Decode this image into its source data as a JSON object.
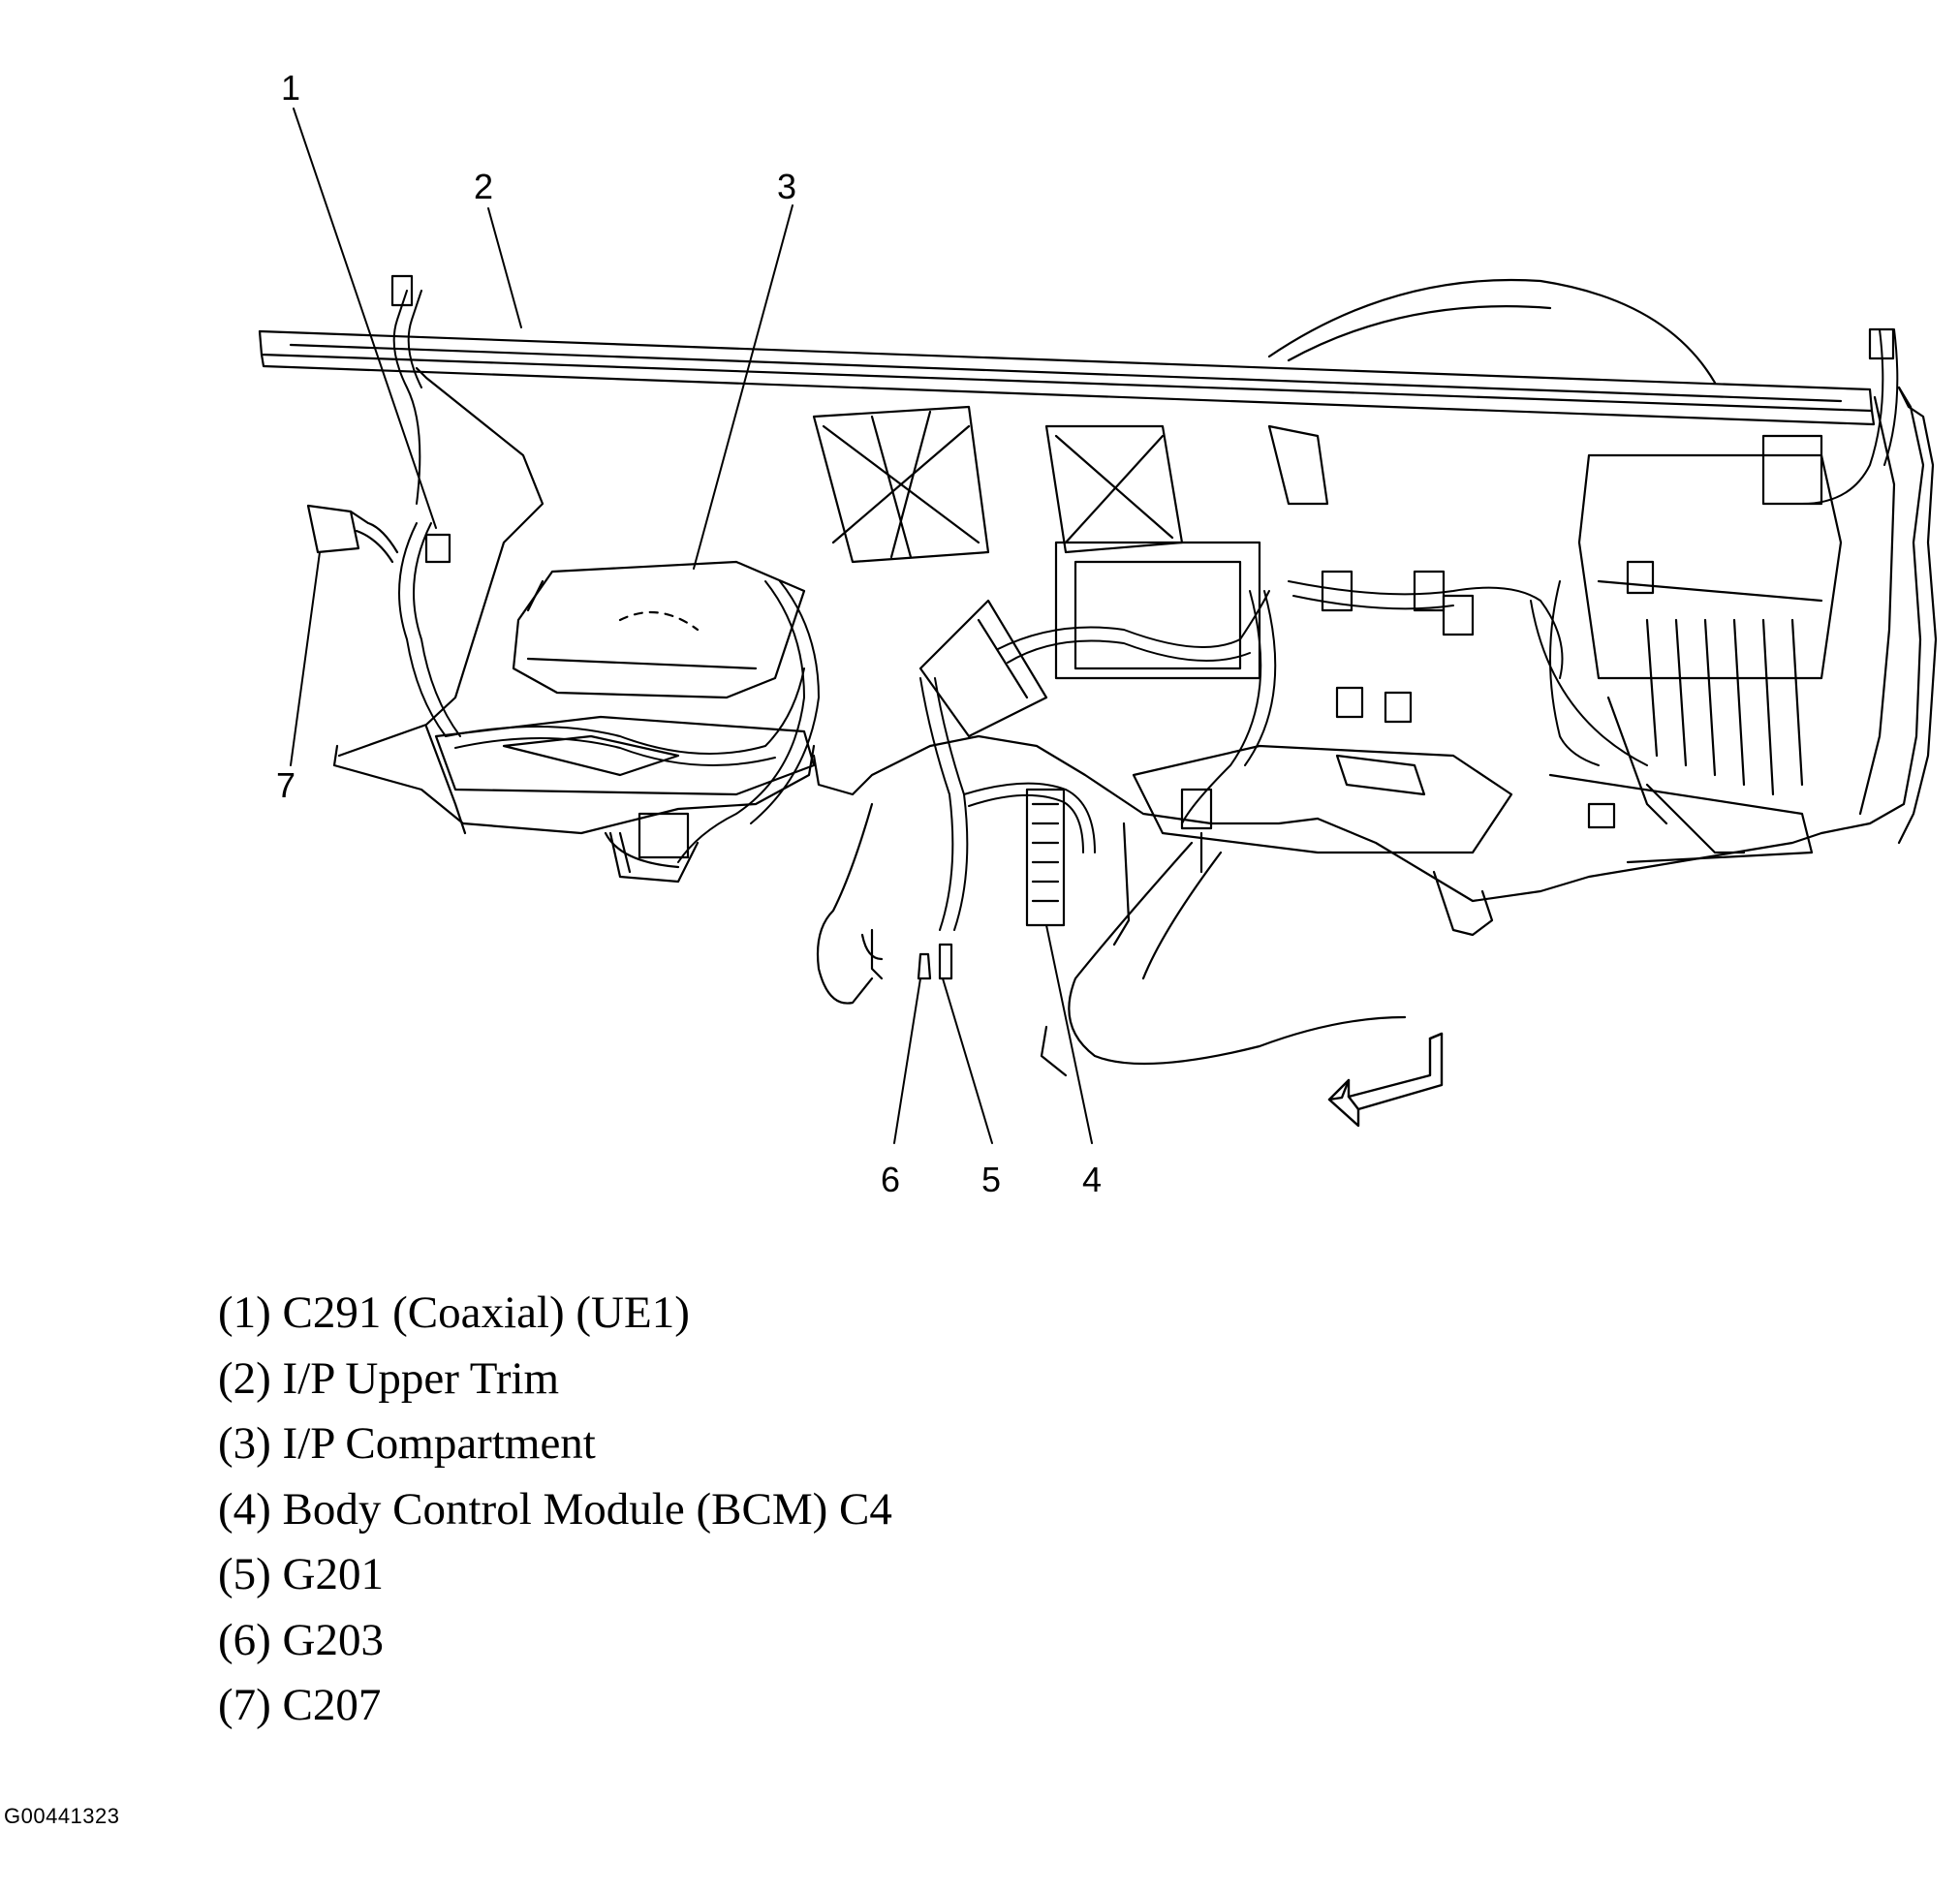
{
  "callouts": [
    "1",
    "2",
    "3",
    "4",
    "5",
    "6",
    "7"
  ],
  "legend": [
    "(1) C291 (Coaxial) (UE1)",
    "(2) I/P Upper Trim",
    "(3) I/P Compartment",
    "(4) Body Control Module (BCM) C4",
    "(5) G201",
    "(6) G203",
    "(7) C207"
  ],
  "figure_id": "G00441323",
  "colors": {
    "line": "#000000",
    "background": "#ffffff"
  }
}
